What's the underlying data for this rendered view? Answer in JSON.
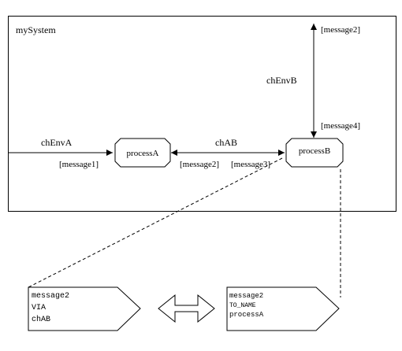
{
  "system": {
    "name": "mySystem"
  },
  "processes": {
    "a": {
      "name": "processA"
    },
    "b": {
      "name": "processB"
    }
  },
  "channels": {
    "env_a": {
      "name": "chEnvA",
      "signals": [
        "[message1]"
      ]
    },
    "ab": {
      "name": "chAB",
      "signals_to_a": [
        "[message2]"
      ],
      "signals_to_b": [
        "[message3]"
      ]
    },
    "env_b": {
      "name": "chEnvB",
      "signals_out": [
        "[message2]"
      ],
      "signals_in": [
        "[message4]"
      ]
    }
  },
  "output_symbol": {
    "lines": [
      "message2",
      "VIA",
      "chAB"
    ]
  },
  "input_symbol": {
    "lines": [
      "message2",
      "TO_NAME",
      "processA"
    ]
  }
}
